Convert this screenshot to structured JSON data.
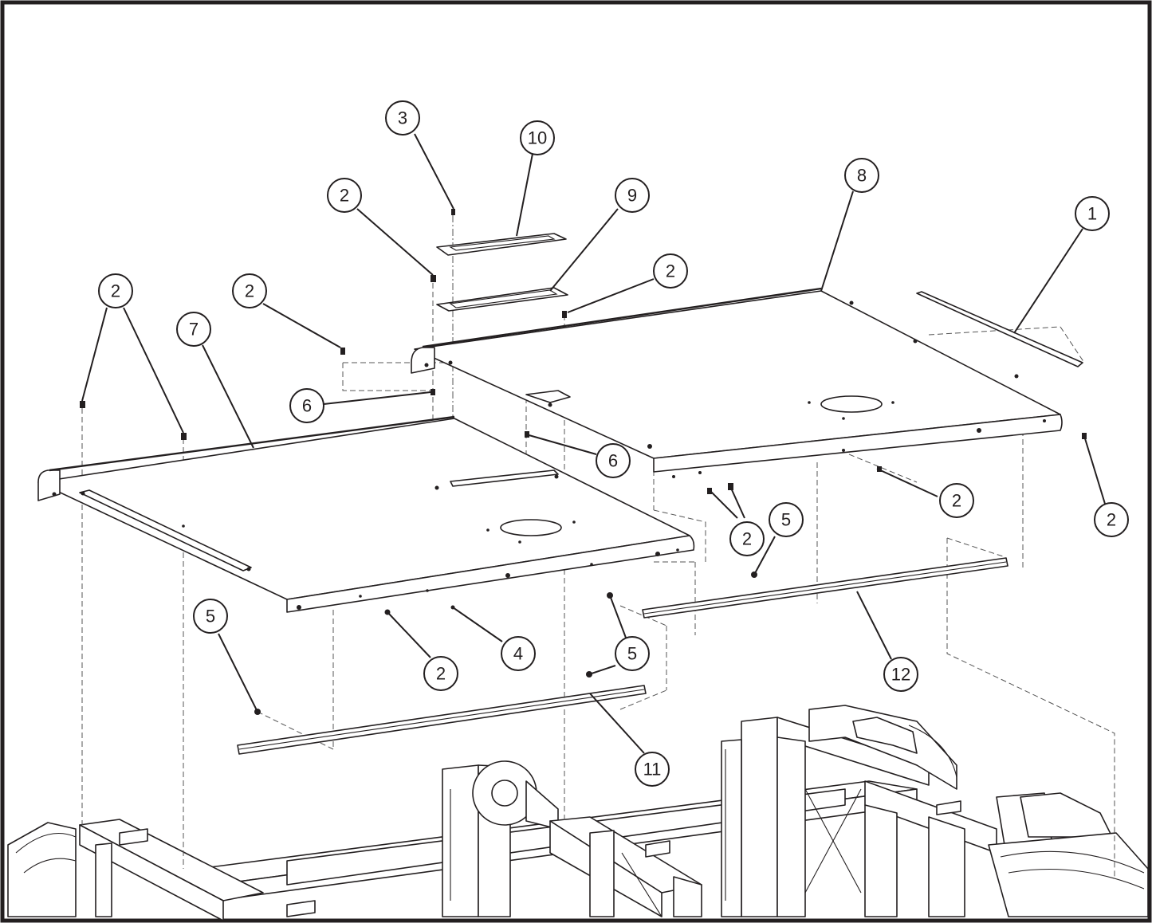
{
  "callouts": [
    {
      "label": "1"
    },
    {
      "label": "2"
    },
    {
      "label": "2"
    },
    {
      "label": "2"
    },
    {
      "label": "2"
    },
    {
      "label": "2"
    },
    {
      "label": "2"
    },
    {
      "label": "2"
    },
    {
      "label": "2"
    },
    {
      "label": "3"
    },
    {
      "label": "4"
    },
    {
      "label": "5"
    },
    {
      "label": "5"
    },
    {
      "label": "5"
    },
    {
      "label": "6"
    },
    {
      "label": "6"
    },
    {
      "label": "7"
    },
    {
      "label": "8"
    },
    {
      "label": "9"
    },
    {
      "label": "10"
    },
    {
      "label": "11"
    },
    {
      "label": "12"
    }
  ],
  "colors": {
    "line": "#231f20",
    "background": "#ffffff"
  }
}
